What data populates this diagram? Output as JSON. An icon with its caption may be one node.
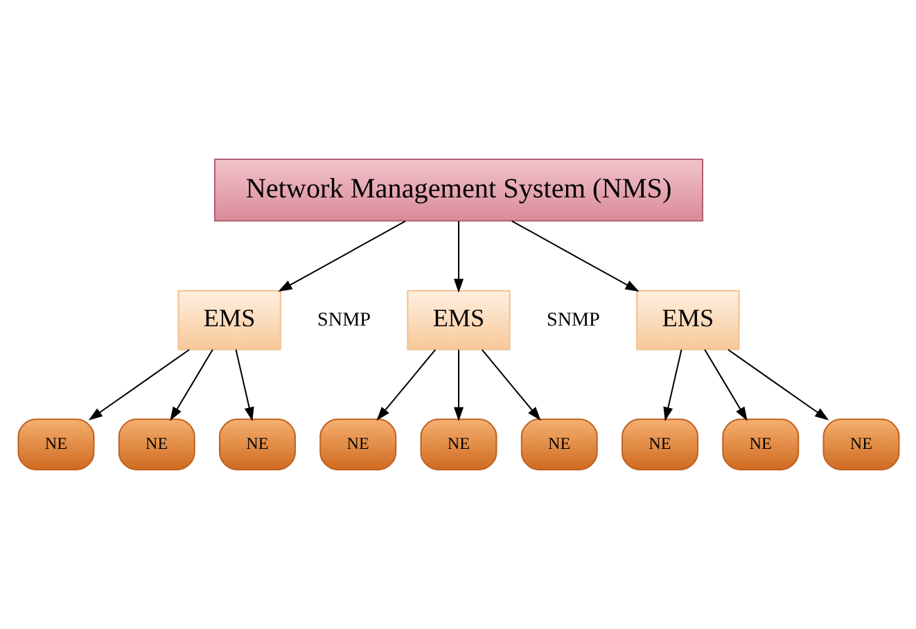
{
  "diagram": {
    "nodes": [
      {
        "text": [
          "Network Management System (NMS)"
        ]
      },
      {
        "text": [
          "EMS"
        ]
      },
      {
        "text": [
          "EMS"
        ]
      },
      {
        "text": [
          "EMS"
        ]
      },
      {
        "text": [
          "NE"
        ]
      },
      {
        "text": [
          "NE"
        ]
      },
      {
        "text": [
          "NE"
        ]
      },
      {
        "text": [
          "NE"
        ]
      },
      {
        "text": [
          "NE"
        ]
      },
      {
        "text": [
          "NE"
        ]
      },
      {
        "text": [
          "NE"
        ]
      },
      {
        "text": [
          "NE"
        ]
      },
      {
        "text": [
          "NE"
        ]
      }
    ],
    "edges": [
      {
        "from": 0,
        "to": 1,
        "arrow": "to"
      },
      {
        "from": 0,
        "to": 2,
        "arrow": "to"
      },
      {
        "from": 0,
        "to": 3,
        "arrow": "to"
      },
      {
        "from": 1,
        "to": 4,
        "arrow": "to"
      },
      {
        "from": 1,
        "to": 5,
        "arrow": "to"
      },
      {
        "from": 1,
        "to": 6,
        "arrow": "to"
      },
      {
        "from": 2,
        "to": 7,
        "arrow": "to"
      },
      {
        "from": 2,
        "to": 8,
        "arrow": "to"
      },
      {
        "from": 2,
        "to": 9,
        "arrow": "to"
      },
      {
        "from": 3,
        "to": 10,
        "arrow": "to"
      },
      {
        "from": 3,
        "to": 11,
        "arrow": "to"
      },
      {
        "from": 3,
        "to": 12,
        "arrow": "to"
      }
    ],
    "labels": [
      "SNMP",
      "SNMP"
    ]
  }
}
